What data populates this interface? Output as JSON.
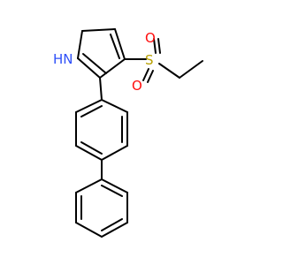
{
  "molecule": {
    "atoms": {
      "sulfur": "S",
      "oxygen_top": "O",
      "oxygen_bottom": "O",
      "amine": "HN"
    },
    "colors": {
      "sulfur": "#b8a000",
      "oxygen": "#ff0d0d",
      "nitrogen": "#2f50f8",
      "bond": "#000000"
    }
  }
}
